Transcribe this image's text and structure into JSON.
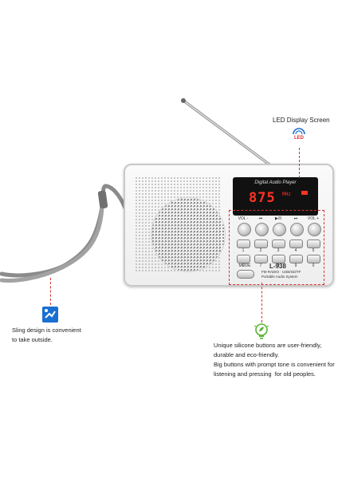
{
  "callouts": {
    "led": {
      "title": "LED Display Screen",
      "icon": "led-icon",
      "icon_text": "LED",
      "color": "#d93030"
    },
    "sling": {
      "text": "Sling design is convenient\nto take outside.",
      "icon": "sling-icon"
    },
    "buttons": {
      "text": "Unique silicone buttons are user-friendly,\ndurable and eco-friendly.\nBig buttons with prompt tone is convenient for\nlistening and pressing  for old peoples.",
      "icon": "leaf-bulb-icon"
    }
  },
  "radio": {
    "display_title": "Digital Audio Player",
    "display_value": "875",
    "display_unit": "MHz",
    "keys_top": [
      "VOL -",
      "⏮",
      "▶/II",
      "⏭",
      "VOL +"
    ],
    "number_labels": [
      "1",
      "2",
      "3",
      "4",
      "5"
    ],
    "number_labels_2": [
      "6",
      "7",
      "8",
      "9",
      "0"
    ],
    "mode_label": "MODE",
    "feature_line": "FM RADIO · USB/SD/TF",
    "product_line": "Portable Audio System",
    "model": "L-938"
  },
  "colors": {
    "accent_red": "#d93030",
    "display_digits": "#ff3322",
    "icon_blue": "#1a6fd1",
    "icon_green": "#58b530"
  }
}
